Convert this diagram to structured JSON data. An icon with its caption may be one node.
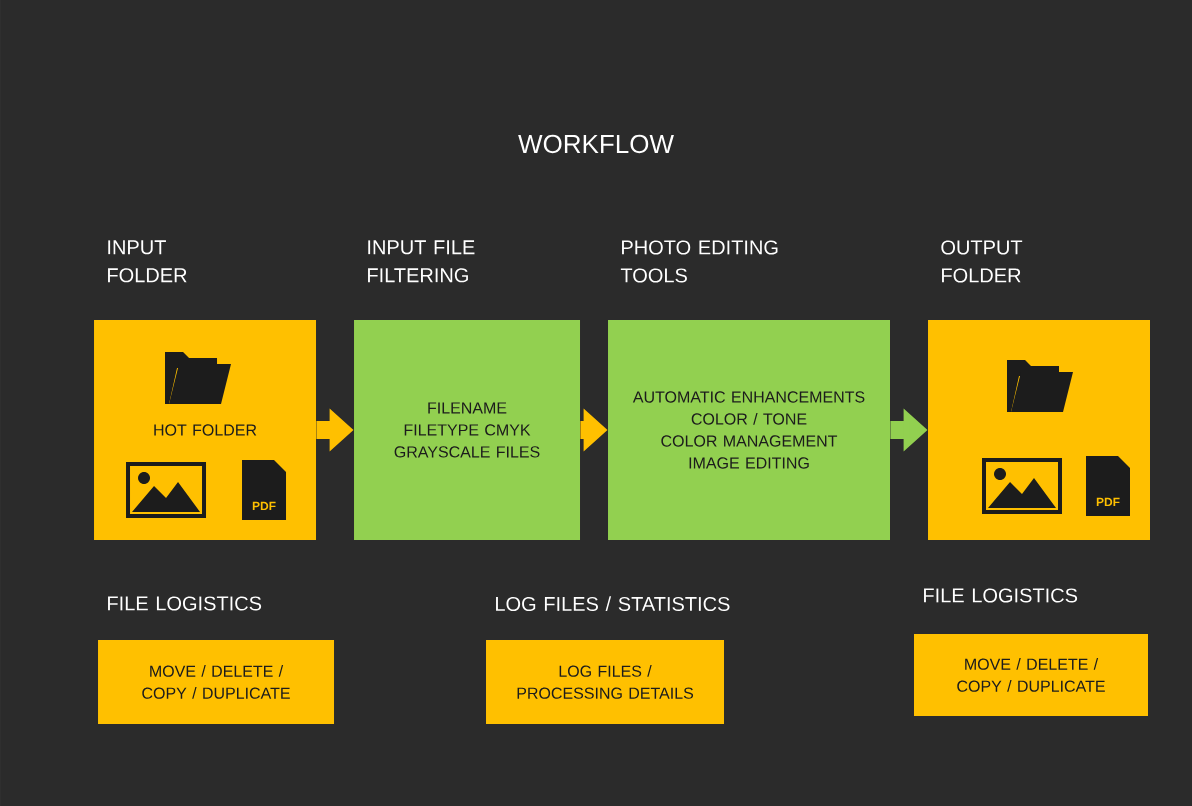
{
  "diagram": {
    "title": "WORKFLOW",
    "nodes": [
      {
        "text": [
          "INPUT FOLDER",
          "HOT FOLDER"
        ]
      },
      {
        "text": [
          "INPUT FILE FILTERING",
          "FILENAME FILETYPE CMYK GRAYSCALE FILES"
        ]
      },
      {
        "text": [
          "PHOTO EDITING TOOLS",
          "AUTOMATIC ENHANCEMENTS COLOR / TONE COLOR MANAGEMENT IMAGE EDITING"
        ]
      },
      {
        "text": [
          "OUTPUT FOLDER"
        ]
      },
      {
        "text": [
          "FILE LOGISTICS",
          "MOVE / DELETE / COPY / DUPLICATE"
        ]
      },
      {
        "text": [
          "LOG FILES / STATISTICS",
          "LOG FILES / PROCESSING DETAILS"
        ]
      },
      {
        "text": [
          "FILE LOGISTICS",
          "MOVE / DELETE / COPY / DUPLICATE"
        ]
      }
    ],
    "edges": [
      {
        "from": 0,
        "to": 1,
        "arrow": "to"
      },
      {
        "from": 1,
        "to": 2,
        "arrow": "to"
      },
      {
        "from": 2,
        "to": 3,
        "arrow": "to",
        "color": "#92d050"
      }
    ],
    "labels": [
      "PDF",
      "PDF"
    ]
  }
}
